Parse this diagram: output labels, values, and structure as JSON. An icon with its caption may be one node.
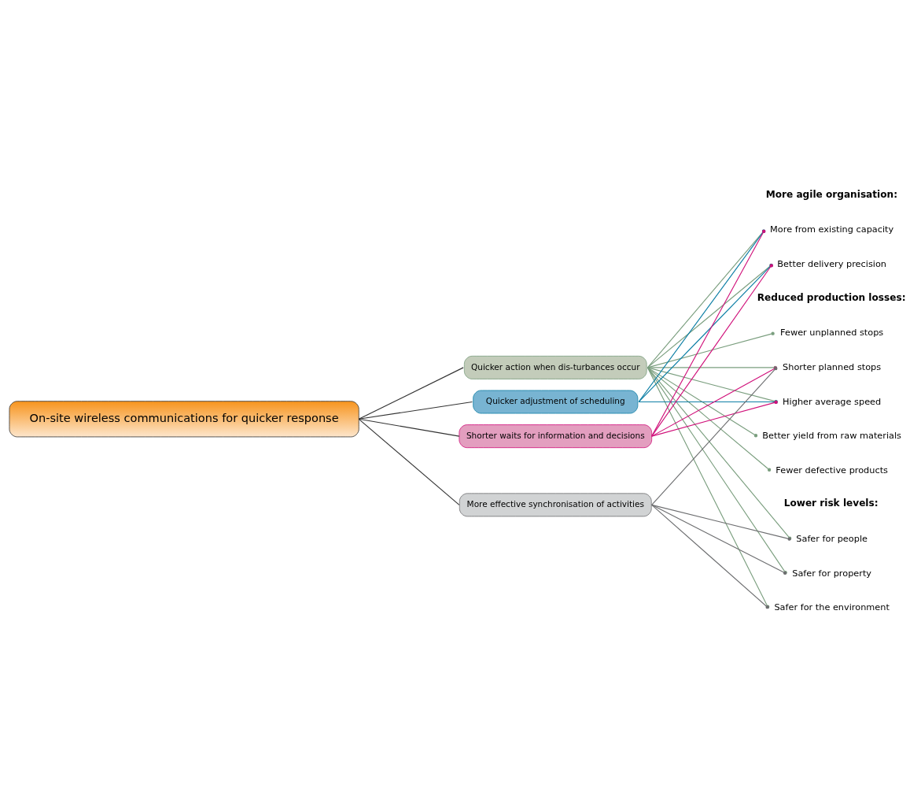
{
  "diagram": {
    "nodes": [
      {
        "text": [
          "On-site wireless communications for quicker response"
        ]
      },
      {
        "text": [
          "Quicker action when dis-turbances occur"
        ]
      },
      {
        "text": [
          "Quicker adjustment of scheduling"
        ]
      },
      {
        "text": [
          "Shorter waits for information and decisions"
        ]
      },
      {
        "text": [
          "More effective synchronisation of activities"
        ]
      },
      {
        "text": [
          "More from existing capacity"
        ]
      },
      {
        "text": [
          "Better delivery precision"
        ]
      },
      {
        "text": [
          "Fewer unplanned stops"
        ]
      },
      {
        "text": [
          "Shorter planned stops"
        ]
      },
      {
        "text": [
          "Higher average speed"
        ]
      },
      {
        "text": [
          "Better yield from raw materials"
        ]
      },
      {
        "text": [
          "Fewer defective products"
        ]
      },
      {
        "text": [
          "Safer for people"
        ]
      },
      {
        "text": [
          "Safer for property"
        ]
      },
      {
        "text": [
          "Safer for the environment"
        ]
      }
    ],
    "edges": [
      {
        "from": 0,
        "to": 1,
        "arrow": "none",
        "color": "#333333"
      },
      {
        "from": 0,
        "to": 2,
        "arrow": "none",
        "color": "#333333"
      },
      {
        "from": 0,
        "to": 3,
        "arrow": "none",
        "color": "#333333"
      },
      {
        "from": 0,
        "to": 4,
        "arrow": "none",
        "color": "#333333"
      },
      {
        "from": 1,
        "to": 5,
        "arrow": "other"
      },
      {
        "from": 1,
        "to": 6,
        "arrow": "other"
      },
      {
        "from": 1,
        "to": 7,
        "arrow": "other"
      },
      {
        "from": 1,
        "to": 8,
        "arrow": "other"
      },
      {
        "from": 1,
        "to": 9,
        "arrow": "other"
      },
      {
        "from": 1,
        "to": 10,
        "arrow": "other"
      },
      {
        "from": 1,
        "to": 11,
        "arrow": "other"
      },
      {
        "from": 1,
        "to": 12,
        "arrow": "other"
      },
      {
        "from": 1,
        "to": 13,
        "arrow": "other"
      },
      {
        "from": 1,
        "to": 14,
        "arrow": "other"
      },
      {
        "from": 2,
        "to": 5,
        "arrow": "other",
        "color": "#0e7fa6"
      },
      {
        "from": 2,
        "to": 6,
        "arrow": "other",
        "color": "#0e7fa6"
      },
      {
        "from": 2,
        "to": 9,
        "arrow": "other",
        "color": "#0e7fa6"
      },
      {
        "from": 3,
        "to": 5,
        "arrow": "other",
        "color": "#d0107a"
      },
      {
        "from": 3,
        "to": 6,
        "arrow": "other",
        "color": "#d0107a"
      },
      {
        "from": 3,
        "to": 8,
        "arrow": "other",
        "color": "#d0107a"
      },
      {
        "from": 3,
        "to": 9,
        "arrow": "other",
        "color": "#d0107a"
      },
      {
        "from": 4,
        "to": 8,
        "arrow": "other",
        "color": "#6d6e70"
      },
      {
        "from": 4,
        "to": 12,
        "arrow": "other",
        "color": "#6d6e70"
      },
      {
        "from": 4,
        "to": 13,
        "arrow": "other",
        "color": "#6d6e70"
      },
      {
        "from": 4,
        "to": 14,
        "arrow": "other",
        "color": "#6d6e70"
      }
    ],
    "labels": [
      "More agile organisation:",
      "Reduced production losses:",
      "Lower risk levels:"
    ]
  }
}
